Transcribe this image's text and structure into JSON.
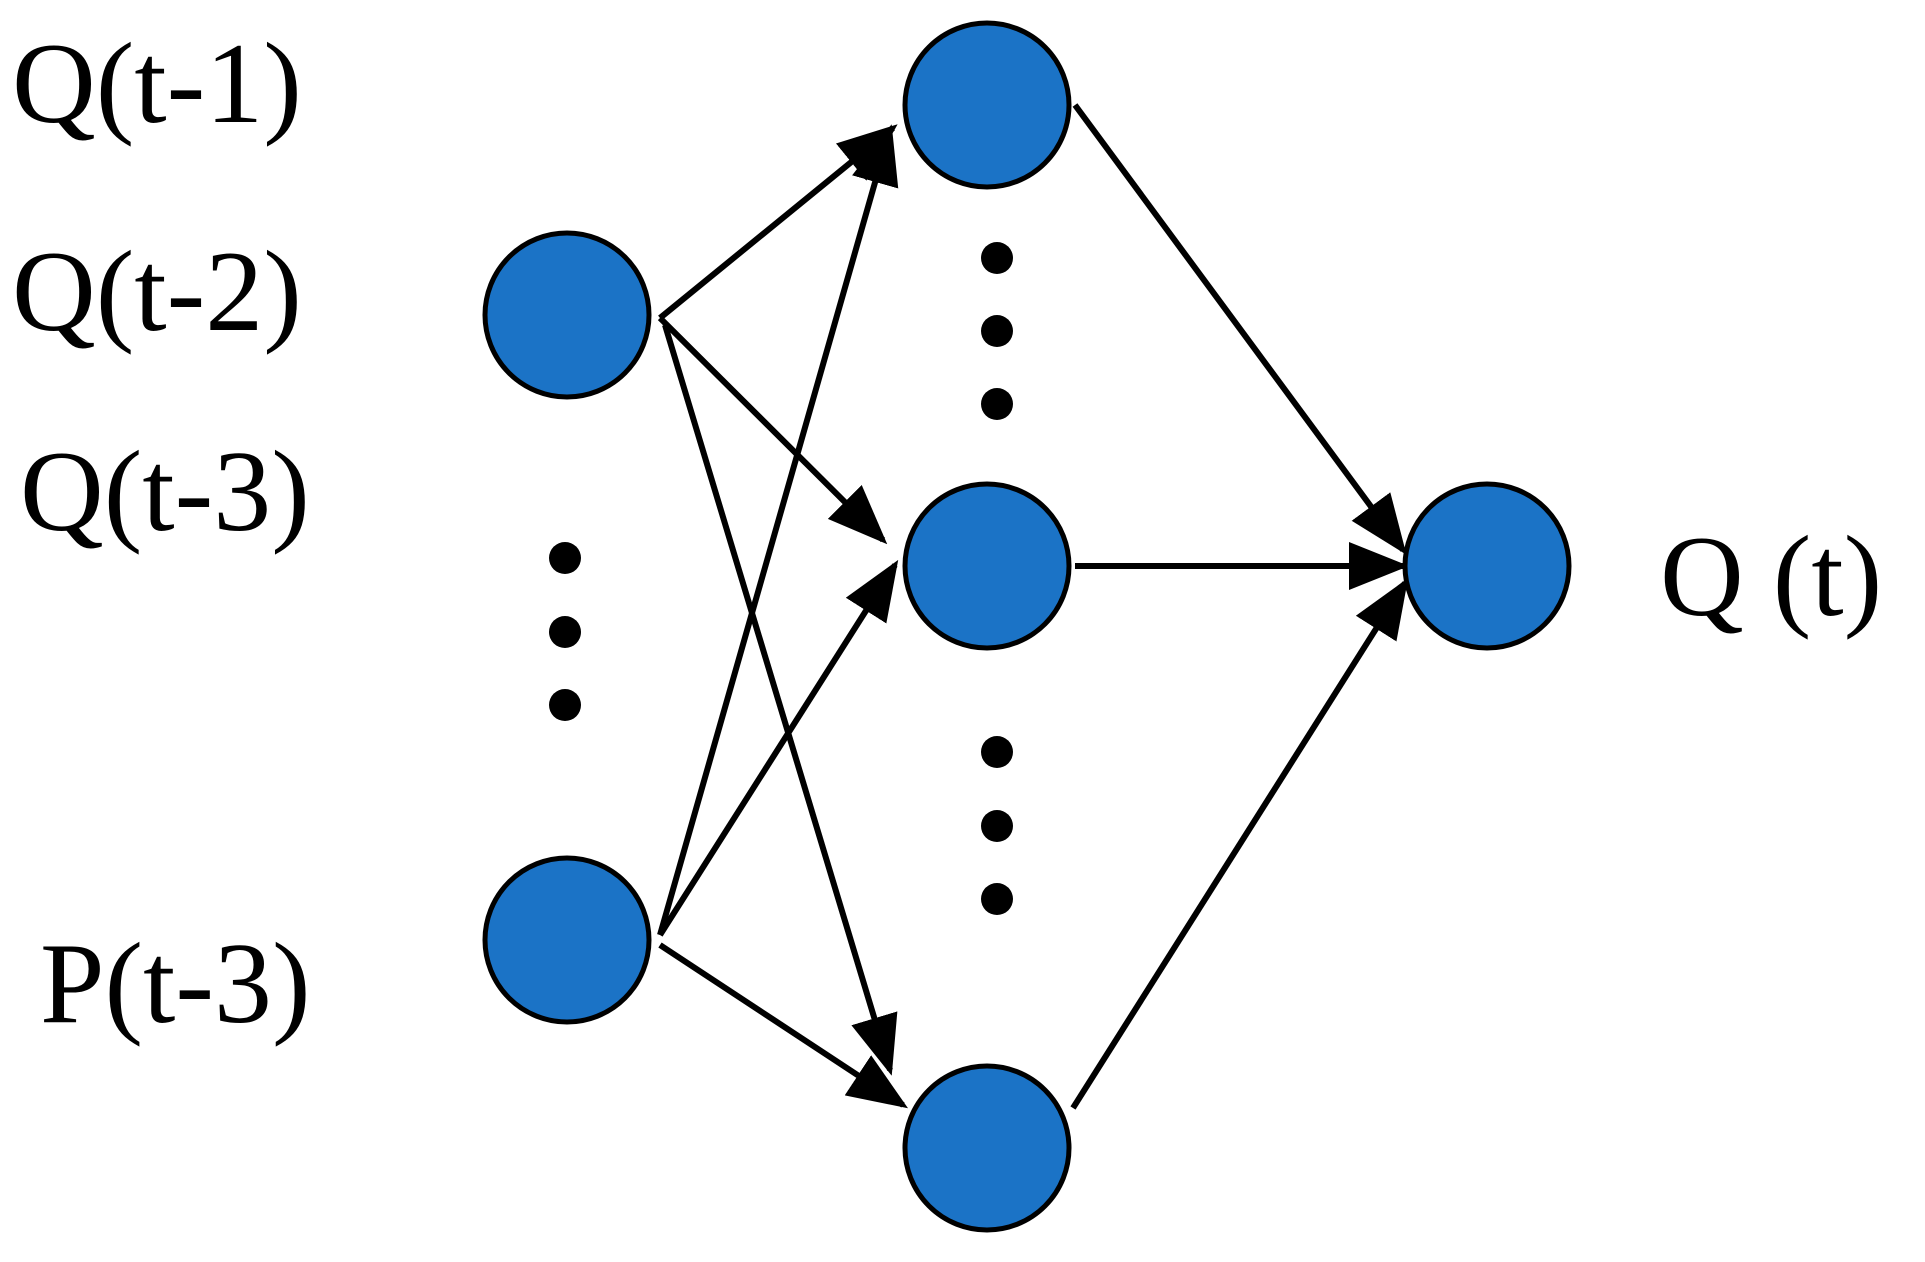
{
  "labels": {
    "q1": "Q(t-1)",
    "q2": "Q(t-2)",
    "q3": "Q(t-3)",
    "p3": "P(t-3)",
    "out": "Q (t)"
  },
  "colors": {
    "node_fill": "#1B73C6",
    "stroke": "#000000",
    "background": "#FFFFFF"
  }
}
